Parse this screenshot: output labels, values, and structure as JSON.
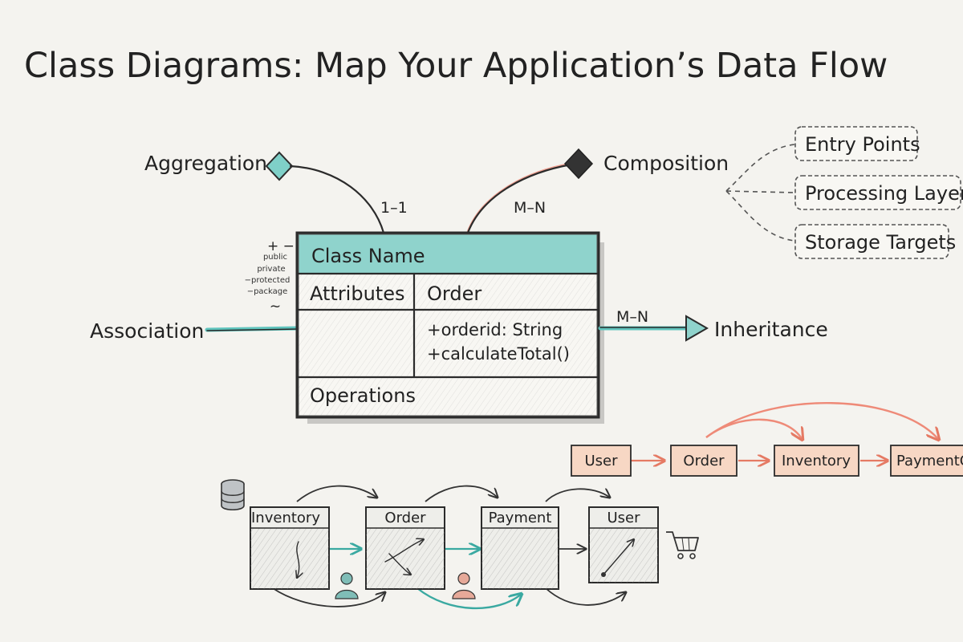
{
  "title": "Class Diagrams: Map Your Application’s Data Flow",
  "relations": {
    "aggregation": "Aggregation",
    "composition": "Composition",
    "association": "Association",
    "inheritance": "Inheritance"
  },
  "multiplicities": {
    "aggregation": "1–1",
    "composition": "M–N",
    "inheritance": "M–N"
  },
  "visibility": {
    "symbols": "+ −",
    "items": [
      "public",
      "private",
      "−protected",
      "−package"
    ],
    "tilde": "~"
  },
  "class_box": {
    "name": "Class Name",
    "attributes_label": "Attributes",
    "class_title": "Order",
    "members": [
      "+orderid: String",
      "+calculateTotal()"
    ],
    "operations_label": "Operations"
  },
  "layers": [
    "Entry Points",
    "Processing Layers",
    "Storage Targets"
  ],
  "top_flow": [
    "User",
    "Order",
    "Inventory",
    "PaymentGa"
  ],
  "bottom_flow": [
    "Inventory",
    "Order",
    "Payment",
    "User"
  ],
  "icons": [
    "database-icon",
    "person-icon",
    "person-icon",
    "shopping-cart-icon"
  ],
  "colors": {
    "teal": "#5fc4bd",
    "salmon": "#ee8a78",
    "ink": "#222222",
    "paper": "#f4f3ef"
  }
}
